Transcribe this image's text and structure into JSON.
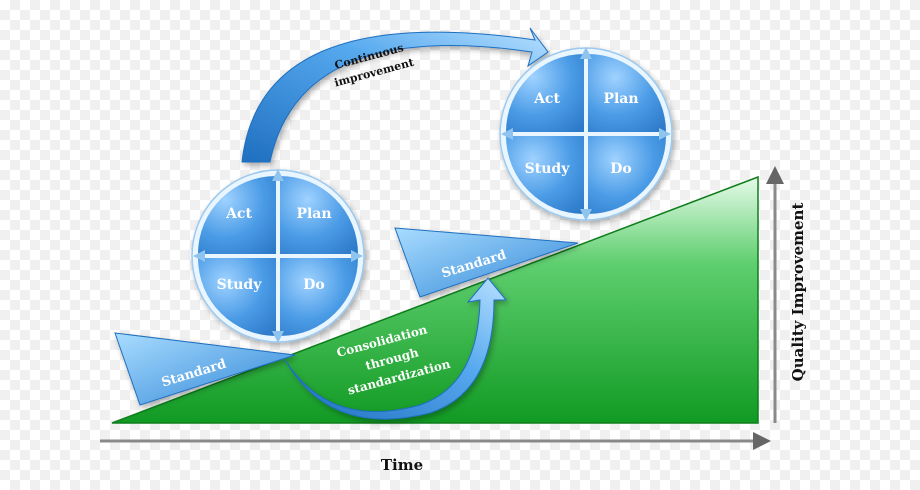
{
  "colors": {
    "slope_green": "#1aa52b",
    "slope_light": "#d8f5dd",
    "wheel_blue": "#3d8fe0",
    "wheel_light": "#cfe9ff",
    "arrow_blue": "#2f86d6",
    "text_white": "#ffffff",
    "text_dark": "#111111"
  },
  "pdca_wheels": [
    {
      "act": "Act",
      "plan": "Plan",
      "study": "Study",
      "do": "Do"
    },
    {
      "act": "Act",
      "plan": "Plan",
      "study": "Study",
      "do": "Do"
    }
  ],
  "wedges": [
    {
      "label": "Standard"
    },
    {
      "label": "Standard"
    }
  ],
  "labels": {
    "continuous_improvement": [
      "Continuous",
      "improvement"
    ],
    "consolidation": [
      "Consolidation",
      "through",
      "standardization"
    ],
    "x_axis": "Time",
    "y_axis": "Quality Improvement"
  }
}
